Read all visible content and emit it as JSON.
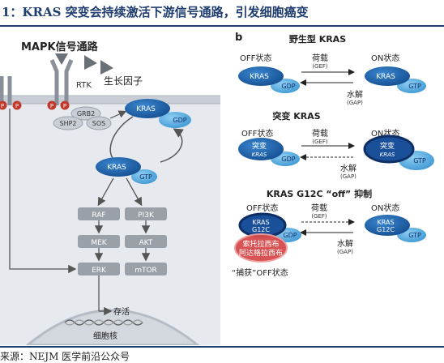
{
  "title": "1：KRAS 突变会持续激活下游信号通路，引发细胞癌变",
  "source": "来源：NEJM 医学前沿公众号",
  "panel_a": {
    "heading": "MAPK信号通路",
    "rtk": "RTK",
    "growth_factor": "生长因子",
    "p": "P",
    "grb2": "GRB2",
    "shp2": "SHP2",
    "sos": "SOS",
    "kras_gdp": {
      "protein": "KRAS",
      "nucleotide": "GDP"
    },
    "kras_gtp": {
      "protein": "KRAS",
      "nucleotide": "GTP"
    },
    "raf": "RAF",
    "mek": "MEK",
    "erk": "ERK",
    "pi3k": "PI3K",
    "akt": "AKT",
    "mtor": "mTOR",
    "survival": "存活",
    "nucleus": "细胞核"
  },
  "panel_b": {
    "letter": "b",
    "wildtype": {
      "heading": "野生型 KRAS",
      "off_label": "OFF状态",
      "on_label": "ON状态",
      "loading": "荷载",
      "gef": "(GEF)",
      "hydrolysis": "水解",
      "gap": "(GAP)",
      "off_protein": "KRAS",
      "off_nucleotide": "GDP",
      "on_protein": "KRAS",
      "on_nucleotide": "GTP"
    },
    "mutant": {
      "heading": "突变 KRAS",
      "off_label": "OFF状态",
      "on_label": "ON状态",
      "loading": "荷载",
      "gef": "(GEF)",
      "hydrolysis": "水解",
      "gap": "(GAP)",
      "off_protein_1": "突变",
      "off_protein_2": "KRAS",
      "off_nucleotide": "GDP",
      "on_protein_1": "突变",
      "on_protein_2": "KRAS",
      "on_nucleotide": "GTP"
    },
    "g12c": {
      "heading": "KRAS G12C “off” 抑制",
      "off_label": "OFF状态",
      "on_label": "ON状态",
      "loading": "荷载",
      "gef": "(GEF)",
      "hydrolysis": "水解",
      "gap": "(GAP)",
      "off_protein_1": "KRAS",
      "off_protein_2": "G12C",
      "off_nucleotide": "GDP",
      "on_protein_1": "KRAS",
      "on_protein_2": "G12C",
      "on_nucleotide": "GTP",
      "drug_1": "索托拉西布",
      "drug_2": "阿达格拉西布",
      "captured": "“捕获”OFF状态"
    }
  },
  "colors": {
    "heading_blue": "#1f3d6e",
    "kras_blue": "#1a5fa3",
    "kras_dark": "#0e2e66",
    "nucleotide_light": "#55a9dc",
    "cell_bg": "#e6eaef",
    "box_gray": "#9aa0a8",
    "p_red": "#c0392b",
    "drug_red": "#d64a4a"
  }
}
